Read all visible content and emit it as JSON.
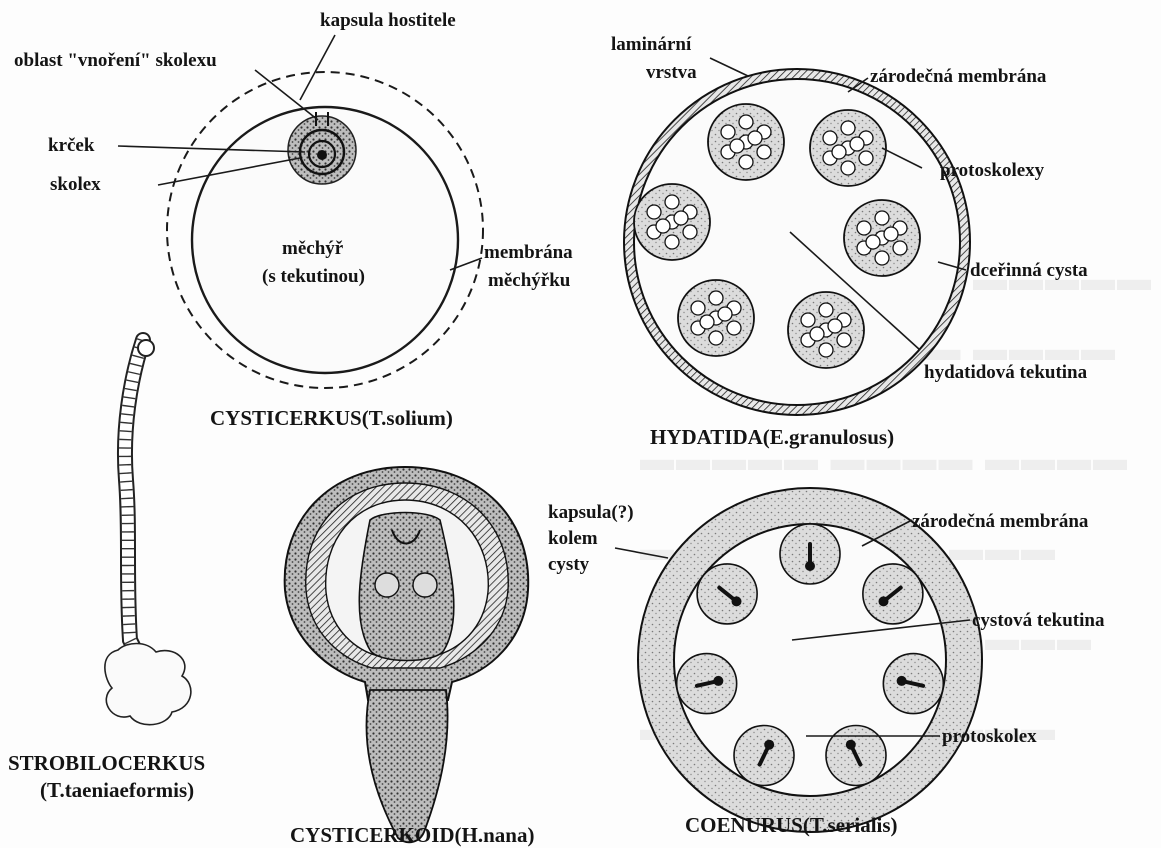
{
  "cysticercus": {
    "caption": "CYSTICERKUS(T.solium)",
    "labels": {
      "host_capsule": "kapsula hostitele",
      "invagination": "oblast \"vnoření\" skolexu",
      "neck": "krček",
      "scolex": "skolex",
      "bladder_line1": "měchýř",
      "bladder_line2": "(s tekutinou)",
      "membrane_line1": "membrána",
      "membrane_line2": "měchýřku"
    }
  },
  "hydatid": {
    "caption": "HYDATIDA(E.granulosus)",
    "labels": {
      "laminar_line1": "laminární",
      "laminar_line2": "vrstva",
      "germinal": "zárodečná membrána",
      "protoscolices": "protoskolexy",
      "daughter_cyst": "dceřinná cysta",
      "fluid": "hydatidová tekutina"
    }
  },
  "strobilocercus": {
    "caption_line1": "STROBILOCERKUS",
    "caption_line2": "(T.taeniaeformis)"
  },
  "cysticercoid": {
    "caption": "CYSTICERKOID(H.nana)"
  },
  "coenurus": {
    "caption": "COENURUS(T.serialis)",
    "labels": {
      "capsule_line1": "kapsula(?)",
      "capsule_line2": "kolem",
      "capsule_line3": "cysty",
      "germinal": "zárodečná membrána",
      "fluid": "cystová tekutina",
      "protoscolex": "protoskolex"
    }
  }
}
